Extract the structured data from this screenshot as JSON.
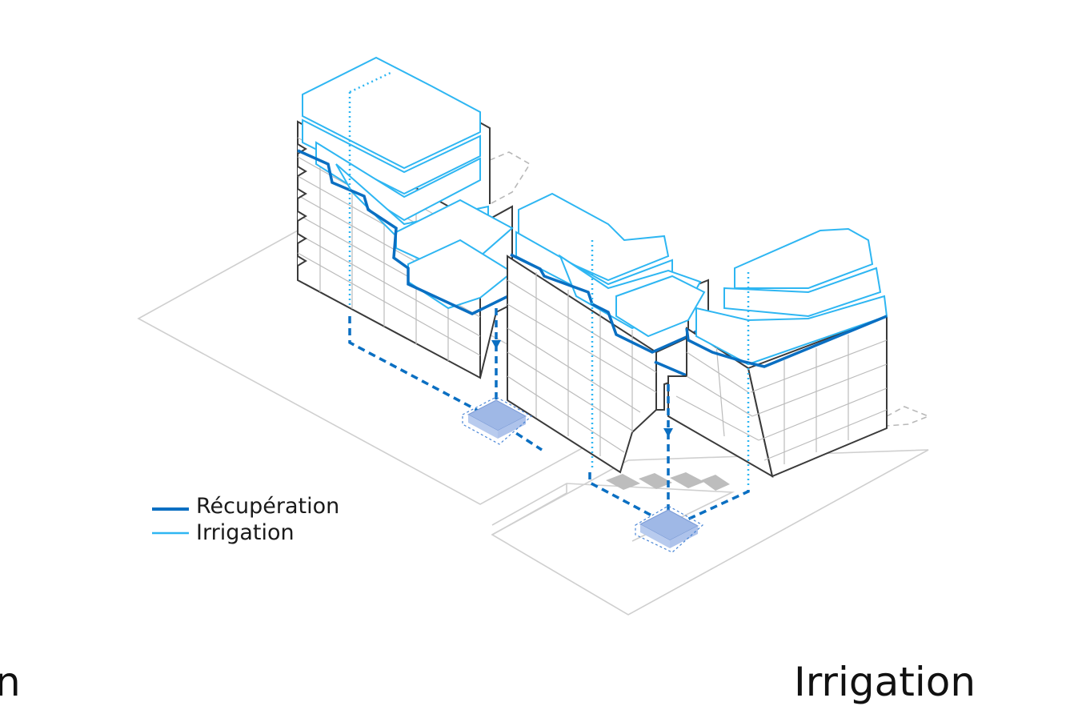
{
  "legend": {
    "items": [
      {
        "label": "Récupération",
        "color": "#0a6fc2"
      },
      {
        "label": "Irrigation",
        "color": "#2eb6f2"
      }
    ]
  },
  "captions": {
    "left": "n",
    "right": "Irrigation"
  },
  "colors": {
    "outline": "#3a3a3a",
    "ground": "#c9c9c9",
    "facade": "#d8d8d8",
    "recuperation": "#0a6fc2",
    "irrigation": "#2eb6f2",
    "tank": "#9fb8e6"
  }
}
